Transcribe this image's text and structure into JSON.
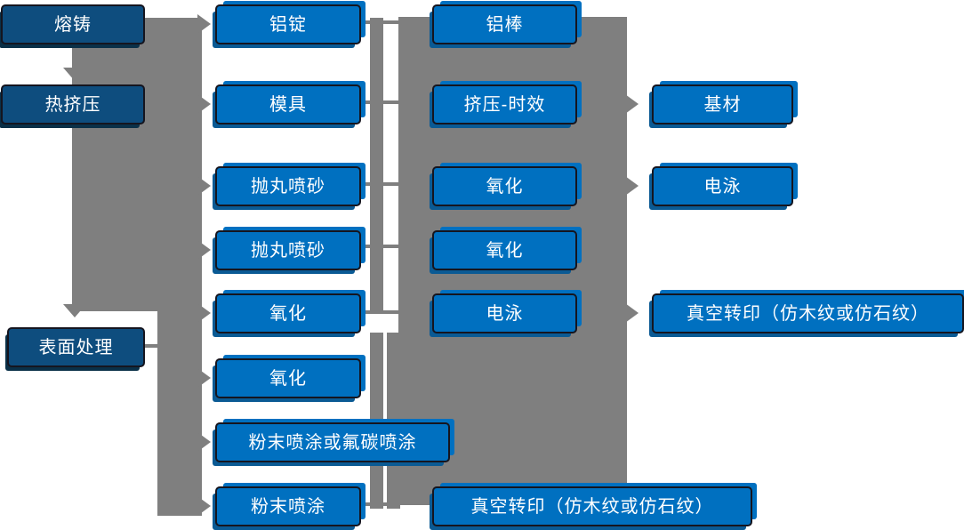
{
  "colors": {
    "box_blue": "#0070C0",
    "box_dark_blue": "#0E4D7E",
    "connector_gray": "#7F7F7F",
    "box_border": "#15151F",
    "text": "#FFFFFF"
  },
  "nodes": [
    {
      "id": "melt-casting",
      "label": "熔铸",
      "style": "dark"
    },
    {
      "id": "hot-extrusion",
      "label": "热挤压",
      "style": "dark"
    },
    {
      "id": "surface-treatment",
      "label": "表面处理",
      "style": "dark"
    },
    {
      "id": "aluminum-ingot",
      "label": "铝锭",
      "style": "blue"
    },
    {
      "id": "mold",
      "label": "模具",
      "style": "blue"
    },
    {
      "id": "shot-blasting-1",
      "label": "抛丸喷砂",
      "style": "blue"
    },
    {
      "id": "shot-blasting-2",
      "label": "抛丸喷砂",
      "style": "blue"
    },
    {
      "id": "oxidation-1",
      "label": "氧化",
      "style": "blue"
    },
    {
      "id": "oxidation-2",
      "label": "氧化",
      "style": "blue"
    },
    {
      "id": "powder-or-fluorocarbon-coating",
      "label": "粉末喷涂或氟碳喷涂",
      "style": "blue"
    },
    {
      "id": "powder-coating",
      "label": "粉末喷涂",
      "style": "blue"
    },
    {
      "id": "aluminum-rod",
      "label": "铝棒",
      "style": "blue"
    },
    {
      "id": "extrusion-aging",
      "label": "挤压-时效",
      "style": "blue"
    },
    {
      "id": "oxidation-3",
      "label": "氧化",
      "style": "blue"
    },
    {
      "id": "oxidation-4",
      "label": "氧化",
      "style": "blue"
    },
    {
      "id": "electrophoresis-1",
      "label": "电泳",
      "style": "blue"
    },
    {
      "id": "vacuum-transfer-1",
      "label": "真空转印（仿木纹或仿石纹）",
      "style": "blue"
    },
    {
      "id": "base-material",
      "label": "基材",
      "style": "blue"
    },
    {
      "id": "electrophoresis-2",
      "label": "电泳",
      "style": "blue"
    },
    {
      "id": "vacuum-transfer-2",
      "label": "真空转印（仿木纹或仿石纹）",
      "style": "blue"
    }
  ],
  "connections": [
    {
      "from": "熔铸",
      "to": "热挤压"
    },
    {
      "from": "熔铸",
      "to": "铝锭"
    },
    {
      "from": "热挤压",
      "to": "模具"
    },
    {
      "from": "热挤压",
      "to": "表面处理"
    },
    {
      "from": "表面处理",
      "to": "抛丸喷砂"
    },
    {
      "from": "表面处理",
      "to": "氧化"
    },
    {
      "from": "表面处理",
      "to": "粉末喷涂或氟碳喷涂"
    },
    {
      "from": "表面处理",
      "to": "粉末喷涂"
    },
    {
      "from": "铝锭",
      "to": "铝棒"
    },
    {
      "from": "模具",
      "to": "挤压-时效"
    },
    {
      "from": "抛丸喷砂",
      "to": "氧化"
    },
    {
      "from": "氧化",
      "to": "电泳"
    },
    {
      "from": "粉末喷涂",
      "to": "真空转印（仿木纹或仿石纹）"
    },
    {
      "from": "挤压-时效",
      "to": "基材"
    },
    {
      "from": "氧化",
      "to": "电泳"
    },
    {
      "from": "电泳",
      "to": "真空转印（仿木纹或仿石纹）"
    }
  ]
}
